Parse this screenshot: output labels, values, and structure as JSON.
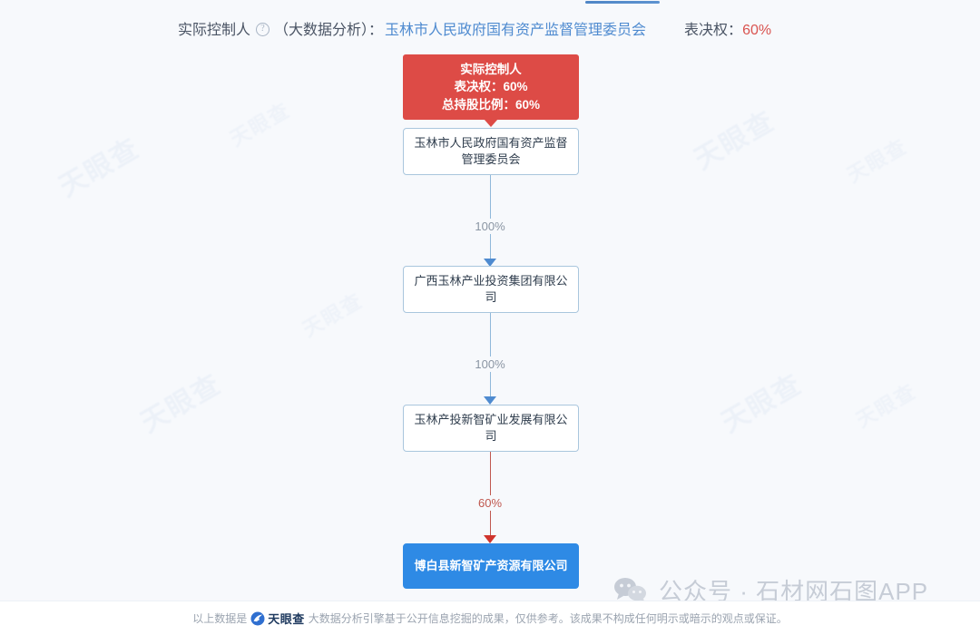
{
  "header": {
    "label": "实际控制人",
    "help_icon": "question-mark-circle-icon",
    "analysis_note": "（大数据分析）：",
    "controller_name": "玉林市人民政府国有资产监督管理委员会",
    "vote_label": "表决权：",
    "vote_value": "60%",
    "vote_value_color": "#d9534f",
    "controller_name_color": "#4f8bd0"
  },
  "chart_data": {
    "type": "diagram",
    "title": "实际控制人股权穿透图",
    "orientation": "vertical-top-down",
    "nodes": [
      {
        "id": "controller",
        "kind": "controller-banner",
        "lines": [
          "实际控制人",
          "表决权：60%",
          "总持股比例：60%"
        ],
        "fill": "#dd4b46",
        "text_color": "#ffffff"
      },
      {
        "id": "gov",
        "kind": "entity",
        "label": "玉林市人民政府国有资产监督管理委员会",
        "fill": "#ffffff",
        "border": "#a9c6dd",
        "text_color": "#2f3d4d"
      },
      {
        "id": "invest",
        "kind": "entity",
        "label": "广西玉林产业投资集团有限公司",
        "fill": "#ffffff",
        "border": "#a9c6dd",
        "text_color": "#2f3d4d"
      },
      {
        "id": "mining",
        "kind": "entity",
        "label": "玉林产投新智矿业发展有限公司",
        "fill": "#ffffff",
        "border": "#a9c6dd",
        "text_color": "#2f3d4d"
      },
      {
        "id": "target",
        "kind": "target-entity",
        "label": "博白县新智矿产资源有限公司",
        "fill": "#2e8ae5",
        "text_color": "#ffffff"
      }
    ],
    "edges": [
      {
        "from": "gov",
        "to": "invest",
        "label": "100%",
        "color": "#8fb8da",
        "label_color": "#8a95a3"
      },
      {
        "from": "invest",
        "to": "mining",
        "label": "100%",
        "color": "#8fb8da",
        "label_color": "#8a95a3"
      },
      {
        "from": "mining",
        "to": "target",
        "label": "60%",
        "color": "#c0584f",
        "label_color": "#c0584f"
      }
    ]
  },
  "promo": {
    "icon": "wechat-icon",
    "text": "公众号 · 石材网石图APP"
  },
  "footer": {
    "prefix": "以上数据是",
    "brand_icon": "tianyancha-logo-icon",
    "brand_name": "天眼查",
    "suffix": "大数据分析引擎基于公开信息挖掘的成果，仅供参考。该成果不构成任何明示或暗示的观点或保证。"
  },
  "watermarks": {
    "texts": [
      "天眼查",
      "天眼查",
      "天眼查",
      "天眼查",
      "天眼查",
      "天眼查",
      "天眼查",
      "天眼查"
    ]
  }
}
